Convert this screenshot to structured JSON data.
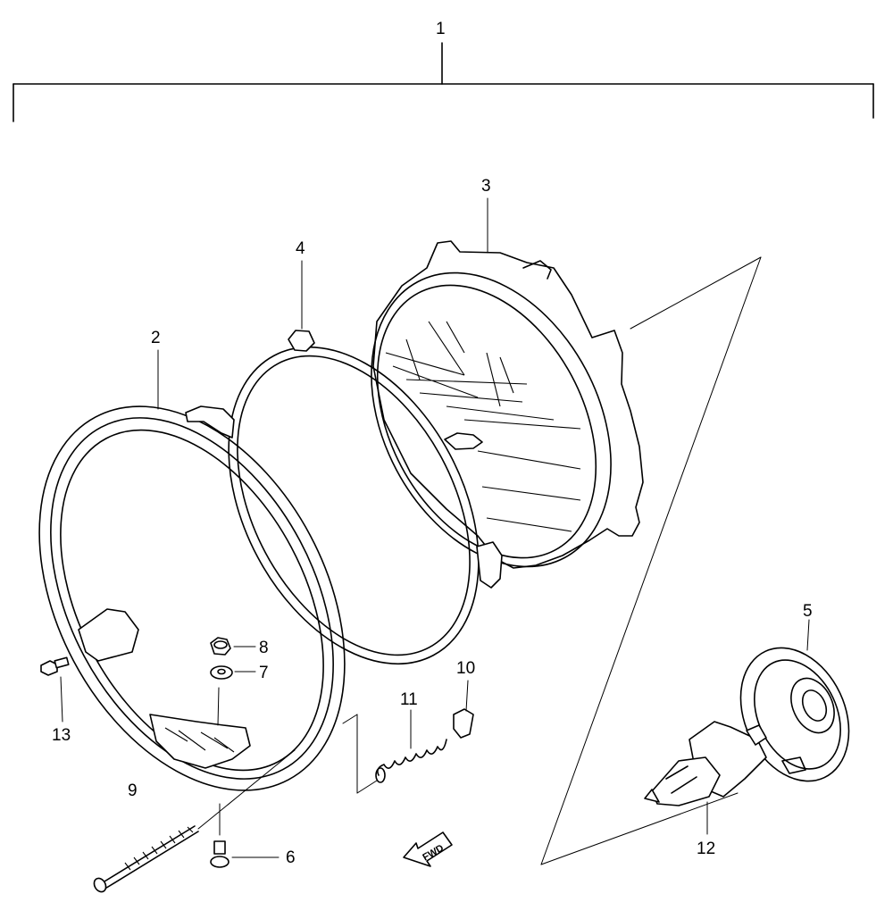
{
  "callouts": [
    {
      "id": "1",
      "label": "1"
    },
    {
      "id": "2",
      "label": "2"
    },
    {
      "id": "3",
      "label": "3"
    },
    {
      "id": "4",
      "label": "4"
    },
    {
      "id": "5",
      "label": "5"
    },
    {
      "id": "6",
      "label": "6"
    },
    {
      "id": "7",
      "label": "7"
    },
    {
      "id": "8",
      "label": "8"
    },
    {
      "id": "9",
      "label": "9"
    },
    {
      "id": "10",
      "label": "10"
    },
    {
      "id": "11",
      "label": "11"
    },
    {
      "id": "12",
      "label": "12"
    },
    {
      "id": "13",
      "label": "13"
    }
  ],
  "direction_badge": {
    "text": "FWD",
    "icon": "forward-arrow-icon"
  }
}
